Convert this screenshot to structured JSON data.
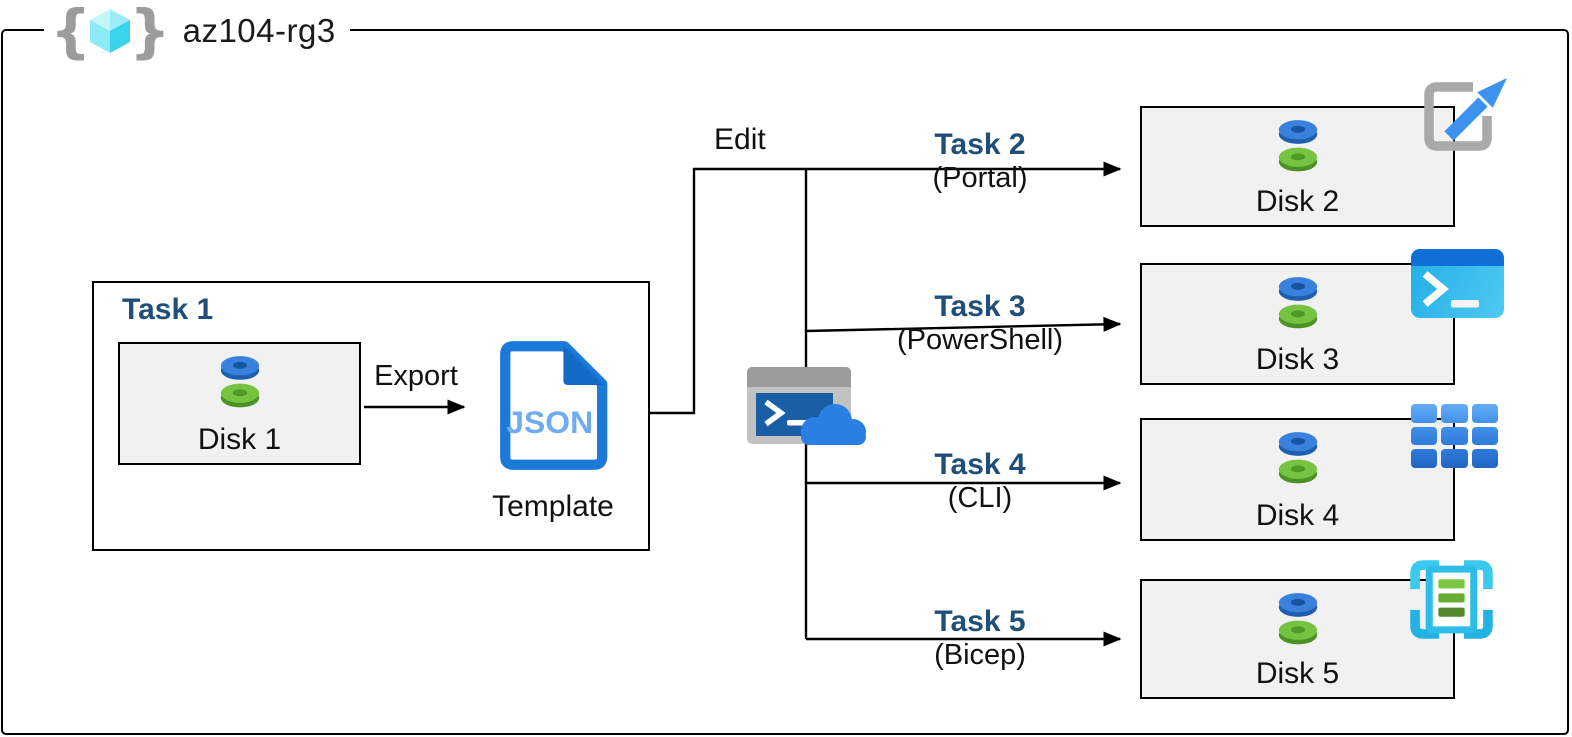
{
  "header": {
    "resource_group_name": "az104-rg3"
  },
  "task1": {
    "title": "Task 1",
    "disk_label": "Disk 1",
    "export_label": "Export",
    "json_label": "JSON",
    "template_label": "Template"
  },
  "edit_label": "Edit",
  "tasks": [
    {
      "title": "Task 2",
      "method": "(Portal)",
      "disk_label": "Disk 2",
      "icon": "azure-portal-icon"
    },
    {
      "title": "Task 3",
      "method": "(PowerShell)",
      "disk_label": "Disk 3",
      "icon": "powershell-icon"
    },
    {
      "title": "Task 4",
      "method": "(CLI)",
      "disk_label": "Disk 4",
      "icon": "azure-cli-icon"
    },
    {
      "title": "Task 5",
      "method": "(Bicep)",
      "disk_label": "Disk 5",
      "icon": "bicep-template-icon"
    }
  ],
  "icons": {
    "resource_group": "resource-group-icon",
    "managed_disk": "managed-disk-icon",
    "json_template": "json-template-icon",
    "cloud_shell": "cloud-shell-icon"
  },
  "colors": {
    "task_title": "#1f4e79",
    "line": "#000000",
    "disk_box_bg": "#f1f1f1",
    "json_doc_blue": "#1b7ad8",
    "json_text_blue": "#71abef",
    "portal_arrow_blue": "#3c92ec",
    "powershell_header_blue": "#0f6fd6",
    "bicep_cyan": "#35c5ec",
    "disk_top_blue": "#3981dc",
    "disk_bottom_green": "#76c241"
  }
}
